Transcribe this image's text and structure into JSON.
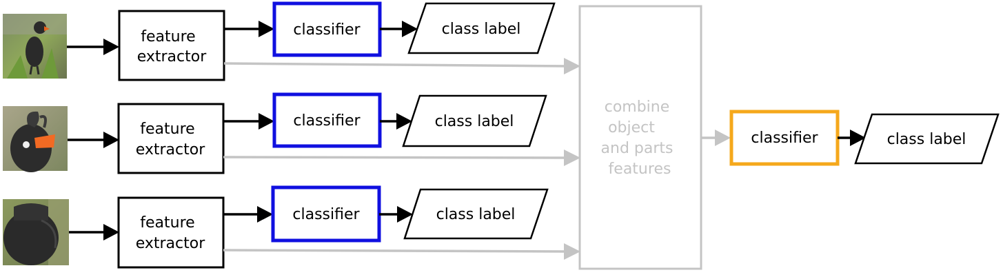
{
  "pipelines": [
    {
      "feature_extractor": [
        "feature",
        "extractor"
      ],
      "classifier": "classifier",
      "output": "class label",
      "image": "bird-full-body-photo"
    },
    {
      "feature_extractor": [
        "feature",
        "extractor"
      ],
      "classifier": "classifier",
      "output": "class label",
      "image": "bird-head-photo"
    },
    {
      "feature_extractor": [
        "feature",
        "extractor"
      ],
      "classifier": "classifier",
      "output": "class label",
      "image": "bird-body-photo"
    }
  ],
  "combine": {
    "lines": [
      "combine",
      "object",
      "and parts",
      "features"
    ]
  },
  "final": {
    "classifier": "classifier",
    "output": "class label"
  },
  "colors": {
    "part_classifier_border": "#1010e0",
    "final_classifier_border": "#f5a81c",
    "combine_gray": "#c4c4c4",
    "arrow_black": "#000000"
  }
}
